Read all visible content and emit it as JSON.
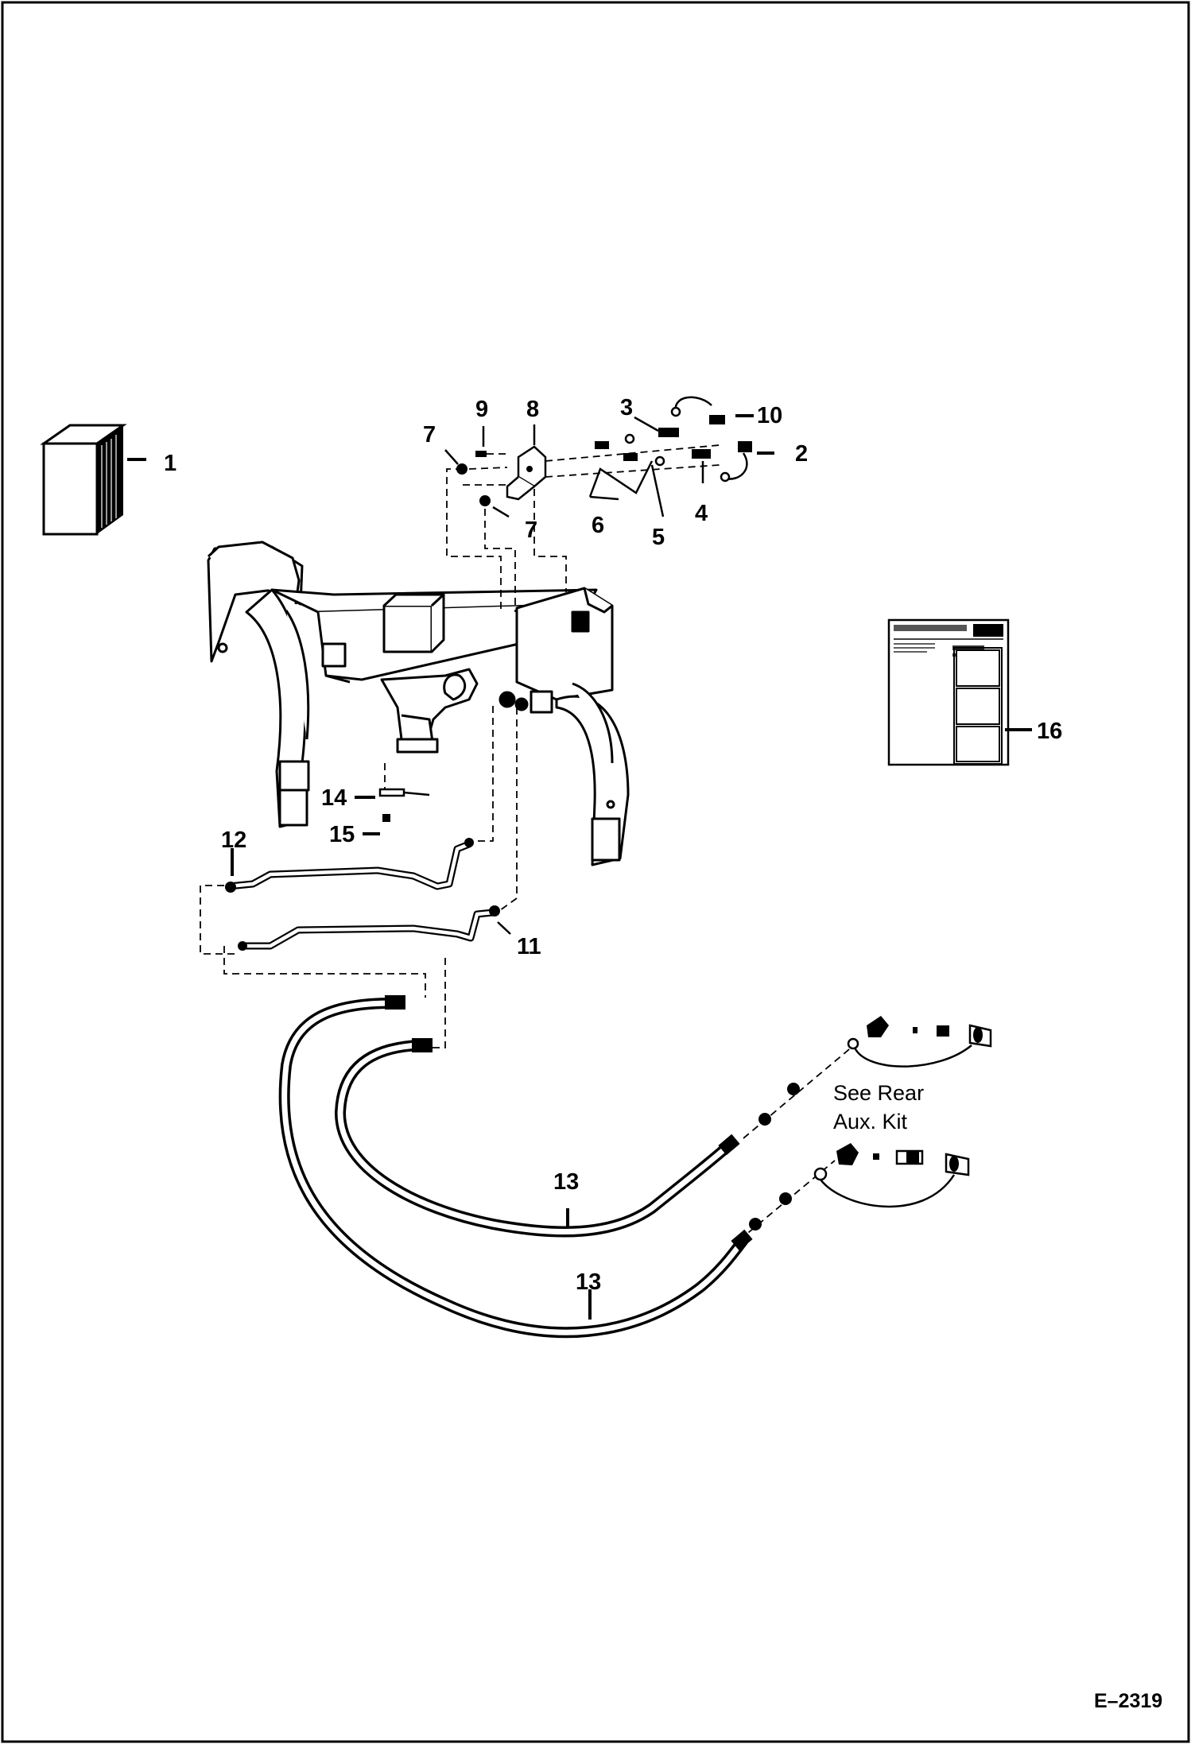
{
  "callouts": [
    {
      "id": "c1",
      "label": "1"
    },
    {
      "id": "c2",
      "label": "2"
    },
    {
      "id": "c3",
      "label": "3"
    },
    {
      "id": "c4",
      "label": "4"
    },
    {
      "id": "c5",
      "label": "5"
    },
    {
      "id": "c6",
      "label": "6"
    },
    {
      "id": "c7a",
      "label": "7"
    },
    {
      "id": "c7b",
      "label": "7"
    },
    {
      "id": "c8",
      "label": "8"
    },
    {
      "id": "c9",
      "label": "9"
    },
    {
      "id": "c10",
      "label": "10"
    },
    {
      "id": "c11",
      "label": "11"
    },
    {
      "id": "c12",
      "label": "12"
    },
    {
      "id": "c13a",
      "label": "13"
    },
    {
      "id": "c13b",
      "label": "13"
    },
    {
      "id": "c14",
      "label": "14"
    },
    {
      "id": "c15",
      "label": "15"
    },
    {
      "id": "c16",
      "label": "16"
    }
  ],
  "note": {
    "line1": "See Rear",
    "line2": "Aux. Kit"
  },
  "figure_ref": "E–2319"
}
